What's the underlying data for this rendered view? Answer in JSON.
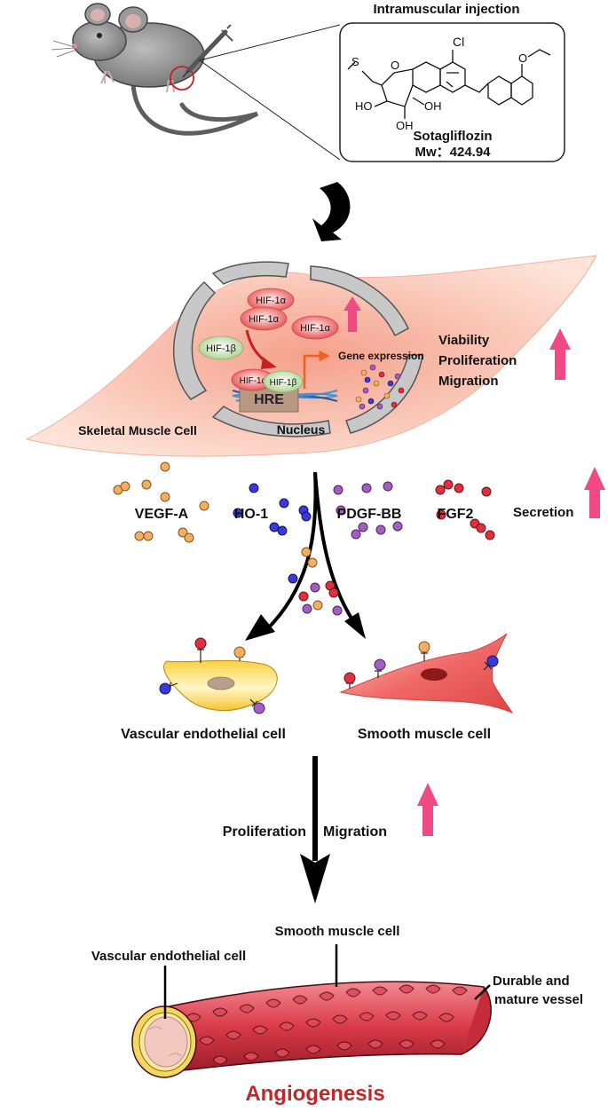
{
  "mouse": {
    "injection_label": "Intramuscular injection"
  },
  "compound": {
    "name": "Sotagliflozin",
    "mw": "Mw：424.94",
    "atoms": {
      "cl": "Cl",
      "o_ring": "O",
      "o_ether": "O",
      "s": "S",
      "ho": "HO",
      "oh_bottom": "OH",
      "oh_right": "OH"
    }
  },
  "skeletal_cell": {
    "label": "Skeletal Muscle Cell",
    "nucleus_label": "Nucleus",
    "hif1a": "HIF-1α",
    "hif1b": "HIF-1β",
    "hre": "HRE",
    "gene_expression": "Gene expression",
    "effects": [
      "Viability",
      "Proliferation",
      "Migration"
    ]
  },
  "secretion": {
    "factors": [
      {
        "name": "VEGF-A",
        "color": "#f0b060"
      },
      {
        "name": "HO-1",
        "color": "#3a3ad8"
      },
      {
        "name": "PDGF-BB",
        "color": "#a060c0"
      },
      {
        "name": "FGF2",
        "color": "#e03040"
      }
    ],
    "label": "Secretion"
  },
  "target_cells": {
    "endothelial": "Vascular endothelial cell",
    "smooth_muscle": "Smooth muscle cell"
  },
  "outcome": {
    "left": "Proliferation",
    "right": "Migration"
  },
  "vessel": {
    "smooth_muscle_label": "Smooth muscle cell",
    "endothelial_label": "Vascular endothelial cell",
    "mature_label_1": "Durable and",
    "mature_label_2": "mature vessel"
  },
  "title": "Angiogenesis",
  "colors": {
    "up_arrow": "#f04a85",
    "title": "#c0282c",
    "hif1a": "#e84a4a",
    "hif1b": "#b8d8a0",
    "cell_fill": "#f7b5a0",
    "nucleus": "#c8c8c8",
    "gene_arrow": "#f06020",
    "dna": "#4a90d0"
  }
}
